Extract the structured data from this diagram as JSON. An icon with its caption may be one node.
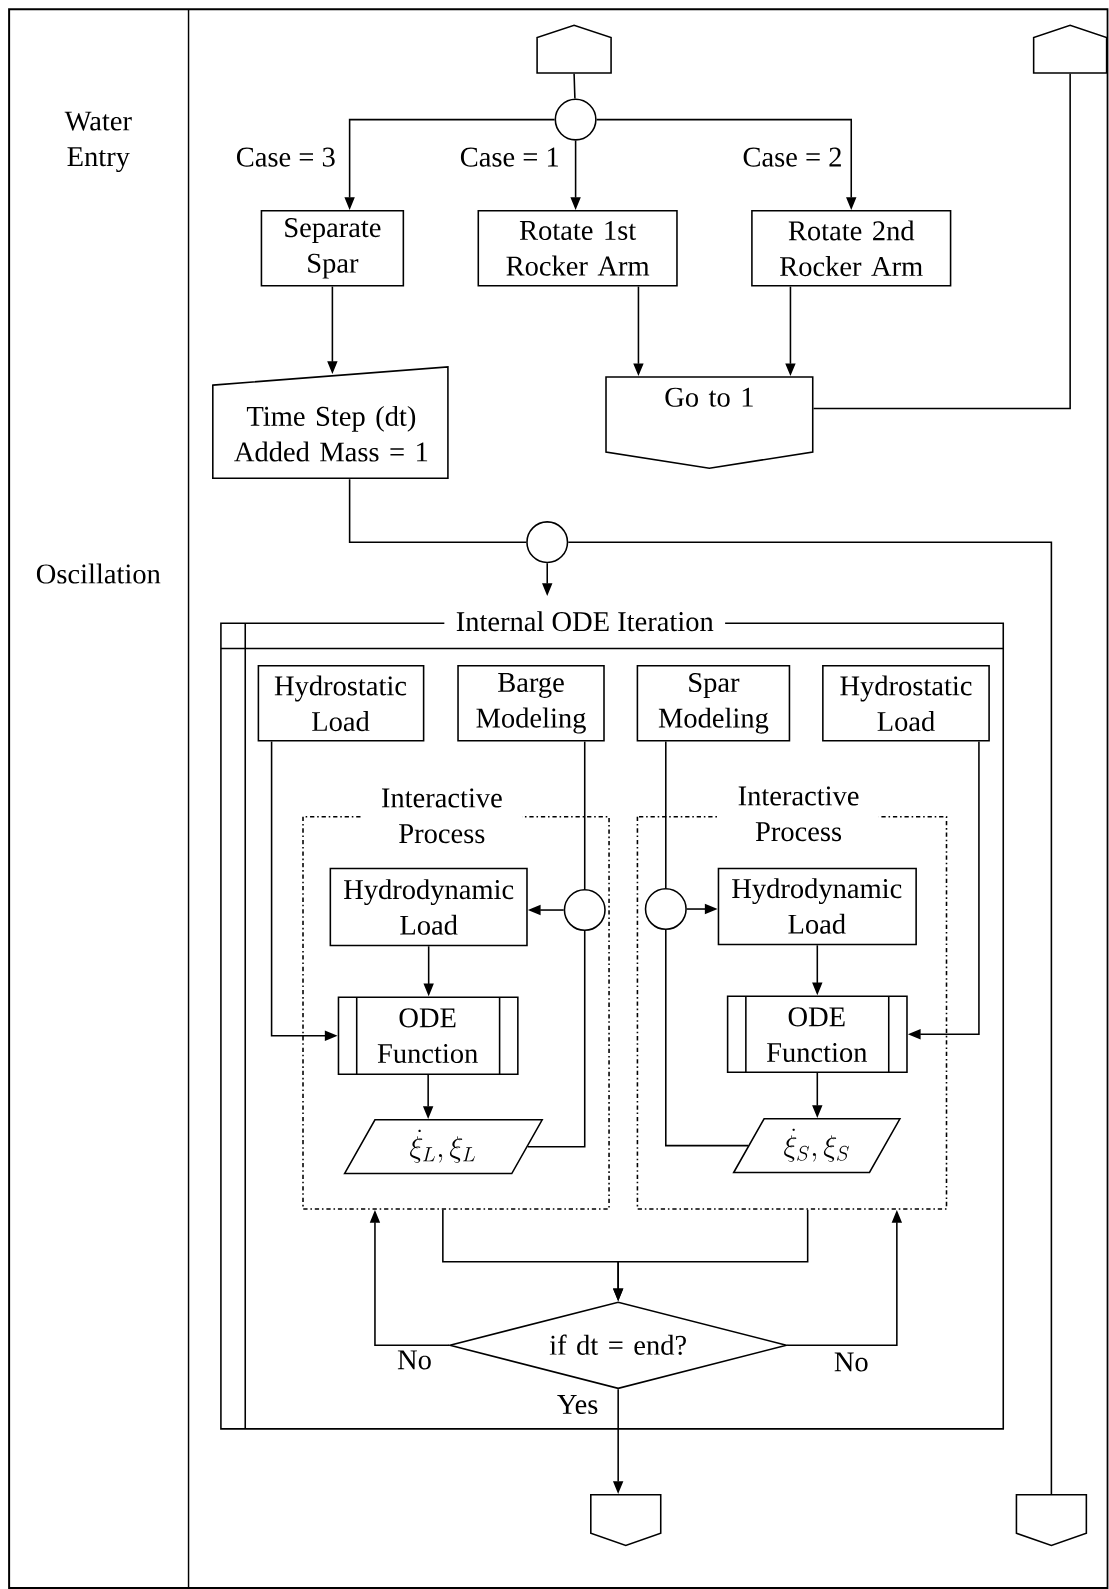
{
  "diagram": {
    "nodes": [
      {
        "text": [],
        "shape": "pentagon"
      },
      {
        "text": [],
        "shape": "pentagon"
      },
      {
        "text": [],
        "shape": "circle"
      },
      {
        "text": [
          "Separate Spar"
        ]
      },
      {
        "text": [
          "Rotate 1st Rocker Arm"
        ]
      },
      {
        "text": [
          "Rotate 2nd Rocker Arm"
        ]
      },
      {
        "text": [
          "Time Step (dt) Added Mass = 1"
        ]
      },
      {
        "text": [
          "Go to 1"
        ]
      },
      {
        "text": [],
        "shape": "circle"
      },
      {
        "text": [
          "Internal ODE Iteration"
        ]
      },
      {
        "text": [
          "Hydrostatic Load"
        ],
        "in": 9
      },
      {
        "text": [
          "Barge Modeling"
        ],
        "in": 9
      },
      {
        "text": [
          "Spar Modeling"
        ],
        "in": 9
      },
      {
        "text": [
          "Hydrostatic Load"
        ],
        "in": 9
      },
      {
        "text": [
          "Interactive Process"
        ],
        "in": 9
      },
      {
        "text": [
          "Hydrodynamic Load"
        ],
        "in": 14
      },
      {
        "text": [],
        "shape": "circle",
        "in": 14
      },
      {
        "text": [
          "ODE Function"
        ],
        "in": 14
      },
      {
        "text": [
          "\\dot{\\xi}_L, \\xi_L"
        ],
        "in": 14
      },
      {
        "text": [
          "Interactive Process"
        ],
        "in": 9
      },
      {
        "text": [],
        "shape": "circle",
        "in": 19
      },
      {
        "text": [
          "Hydrodynamic Load"
        ],
        "in": 19
      },
      {
        "text": [
          "ODE Function"
        ],
        "in": 19
      },
      {
        "text": [
          "\\dot{\\xi}_S, \\xi_S"
        ],
        "in": 19
      },
      {
        "text": [
          "if dt = end?"
        ],
        "in": 9
      },
      {
        "text": [],
        "shape": "pentagon"
      },
      {
        "text": [],
        "shape": "pentagon"
      }
    ],
    "edges": [
      {
        "from": 0,
        "to": 2,
        "arrow": "none"
      },
      {
        "from": 2,
        "to": 3,
        "arrow": "to",
        "label": "Case = 3"
      },
      {
        "from": 2,
        "to": 4,
        "arrow": "to",
        "label": "Case = 1"
      },
      {
        "from": 2,
        "to": 5,
        "arrow": "to",
        "label": "Case = 2"
      },
      {
        "from": 3,
        "to": 6,
        "arrow": "to"
      },
      {
        "from": 4,
        "to": 7,
        "arrow": "to"
      },
      {
        "from": 5,
        "to": 7,
        "arrow": "to"
      },
      {
        "from": 7,
        "to": 1,
        "arrow": "none"
      },
      {
        "from": 6,
        "to": 8,
        "arrow": "none"
      },
      {
        "from": 8,
        "to": 26,
        "arrow": "none"
      },
      {
        "from": 8,
        "to": 9,
        "arrow": "to"
      },
      {
        "from": 10,
        "to": 17,
        "arrow": "to"
      },
      {
        "from": 11,
        "to": 16,
        "arrow": "none"
      },
      {
        "from": 18,
        "to": 16,
        "arrow": "none"
      },
      {
        "from": 16,
        "to": 15,
        "arrow": "to"
      },
      {
        "from": 12,
        "to": 20,
        "arrow": "none"
      },
      {
        "from": 23,
        "to": 20,
        "arrow": "none"
      },
      {
        "from": 20,
        "to": 21,
        "arrow": "to"
      },
      {
        "from": 13,
        "to": 22,
        "arrow": "to"
      },
      {
        "from": 15,
        "to": 17,
        "arrow": "to"
      },
      {
        "from": 21,
        "to": 22,
        "arrow": "to"
      },
      {
        "from": 17,
        "to": 18,
        "arrow": "to"
      },
      {
        "from": 22,
        "to": 23,
        "arrow": "to"
      },
      {
        "from": 14,
        "to": 24,
        "arrow": "to"
      },
      {
        "from": 19,
        "to": 24,
        "arrow": "to"
      },
      {
        "from": 24,
        "to": 14,
        "arrow": "to",
        "label": "No"
      },
      {
        "from": 24,
        "to": 19,
        "arrow": "to",
        "label": "No"
      },
      {
        "from": 24,
        "to": 25,
        "arrow": "to",
        "label": "Yes"
      }
    ],
    "labels": [
      "Water Entry",
      "Oscillation"
    ]
  }
}
